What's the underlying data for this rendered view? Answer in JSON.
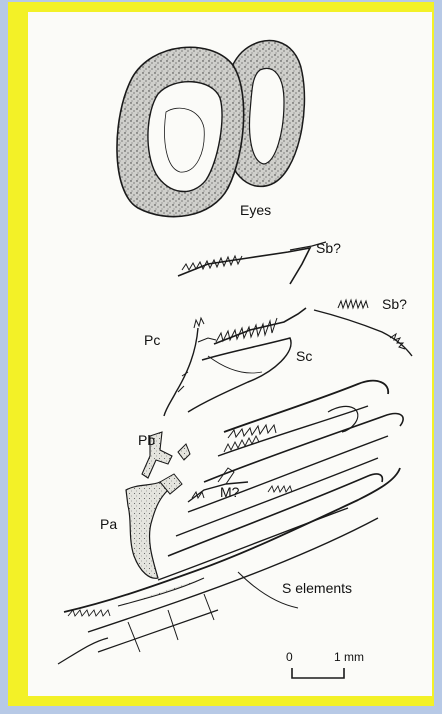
{
  "labels": {
    "eyes": "Eyes",
    "sb_upper": "Sb?",
    "sb_lower": "Sb?",
    "pc": "Pc",
    "sc": "Sc",
    "pb": "Pb",
    "m": "M?",
    "pa": "Pa",
    "s_elements": "S elements"
  },
  "scale_bar": {
    "start": "0",
    "end": "1 mm"
  },
  "colors": {
    "frame": "#f3f127",
    "background": "#b7c9e6",
    "ink": "#1a1a1a",
    "paper": "#fbfbf8"
  }
}
